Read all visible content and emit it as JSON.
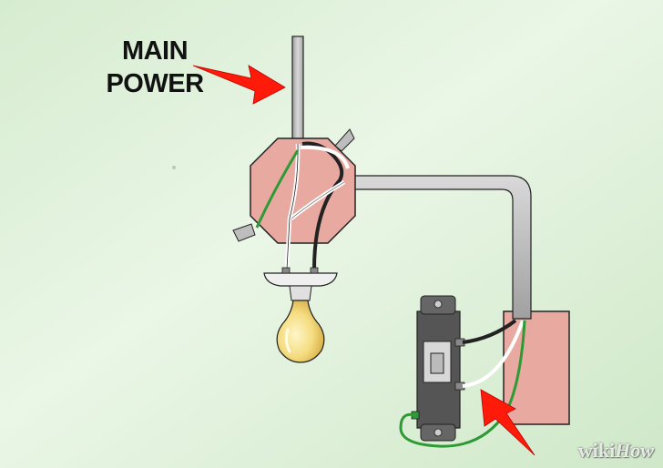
{
  "labels": {
    "main_power_line1": "MAIN",
    "main_power_line2": "POWER"
  },
  "watermark": {
    "part1": "wiki",
    "part2": "How"
  },
  "colors": {
    "background": "#dff0d8",
    "conduit": "#c9c9c9",
    "box": "#e8aaa0",
    "arrow": "#ff1a0a",
    "hot_wire": "#2a2a2a",
    "neutral_wire": "#ffffff",
    "ground_wire": "#2e9a36",
    "bulb": "#f6df8a",
    "switch_body": "#555555"
  },
  "icons": [
    "red-arrow",
    "light-bulb",
    "light-switch",
    "junction-box",
    "wire-nut"
  ]
}
